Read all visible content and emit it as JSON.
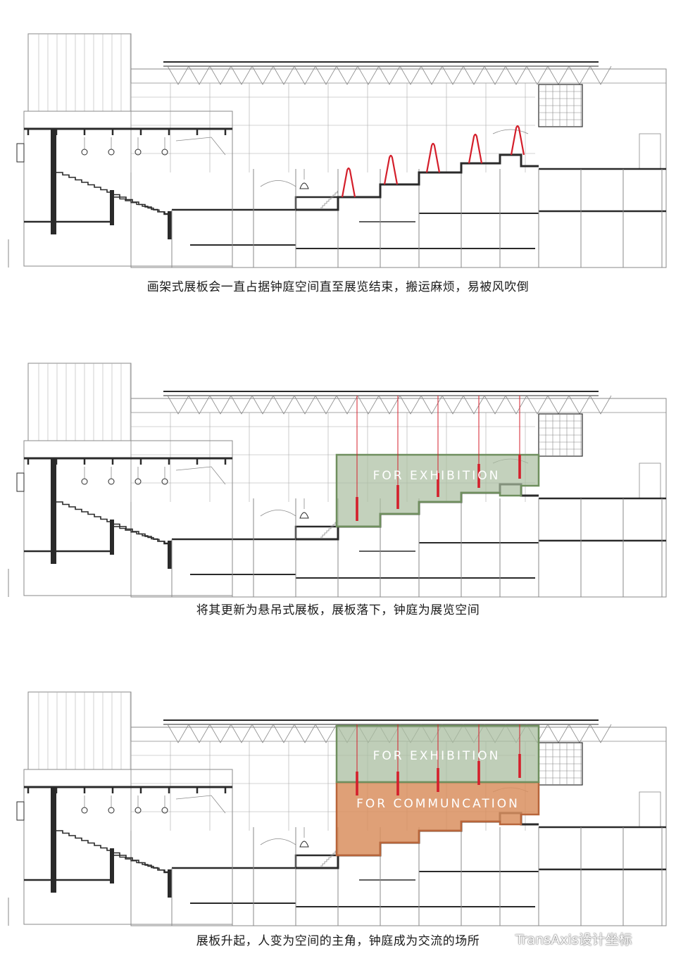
{
  "panels": [
    {
      "caption": "画架式展板会一直占据钟庭空间直至展览结束，搬运麻烦，易被风吹倒",
      "variant": "easel",
      "overlays": []
    },
    {
      "caption": "将其更新为悬吊式展板，展板落下，钟庭为展览空间",
      "variant": "hanging-down",
      "overlays": [
        {
          "label": "FOR EXHIBITION"
        }
      ]
    },
    {
      "caption": "展板升起，人变为空间的主角，钟庭成为交流的场所",
      "variant": "hanging-up",
      "overlays": [
        {
          "label": "FOR EXHIBITION"
        },
        {
          "label": "FOR COMMUNCATION"
        }
      ]
    }
  ],
  "colors": {
    "line": "#2a2a2a",
    "thin": "#8a8a8a",
    "red": "#d41f2b",
    "exhibitionFill": "#a9bea0",
    "exhibitionStroke": "#6f8f5e",
    "communicationFill": "#d98f5f",
    "communicationStroke": "#b8653a"
  },
  "watermark": {
    "icon": "wechat-icon",
    "text": "TransAxis设计坐标"
  }
}
